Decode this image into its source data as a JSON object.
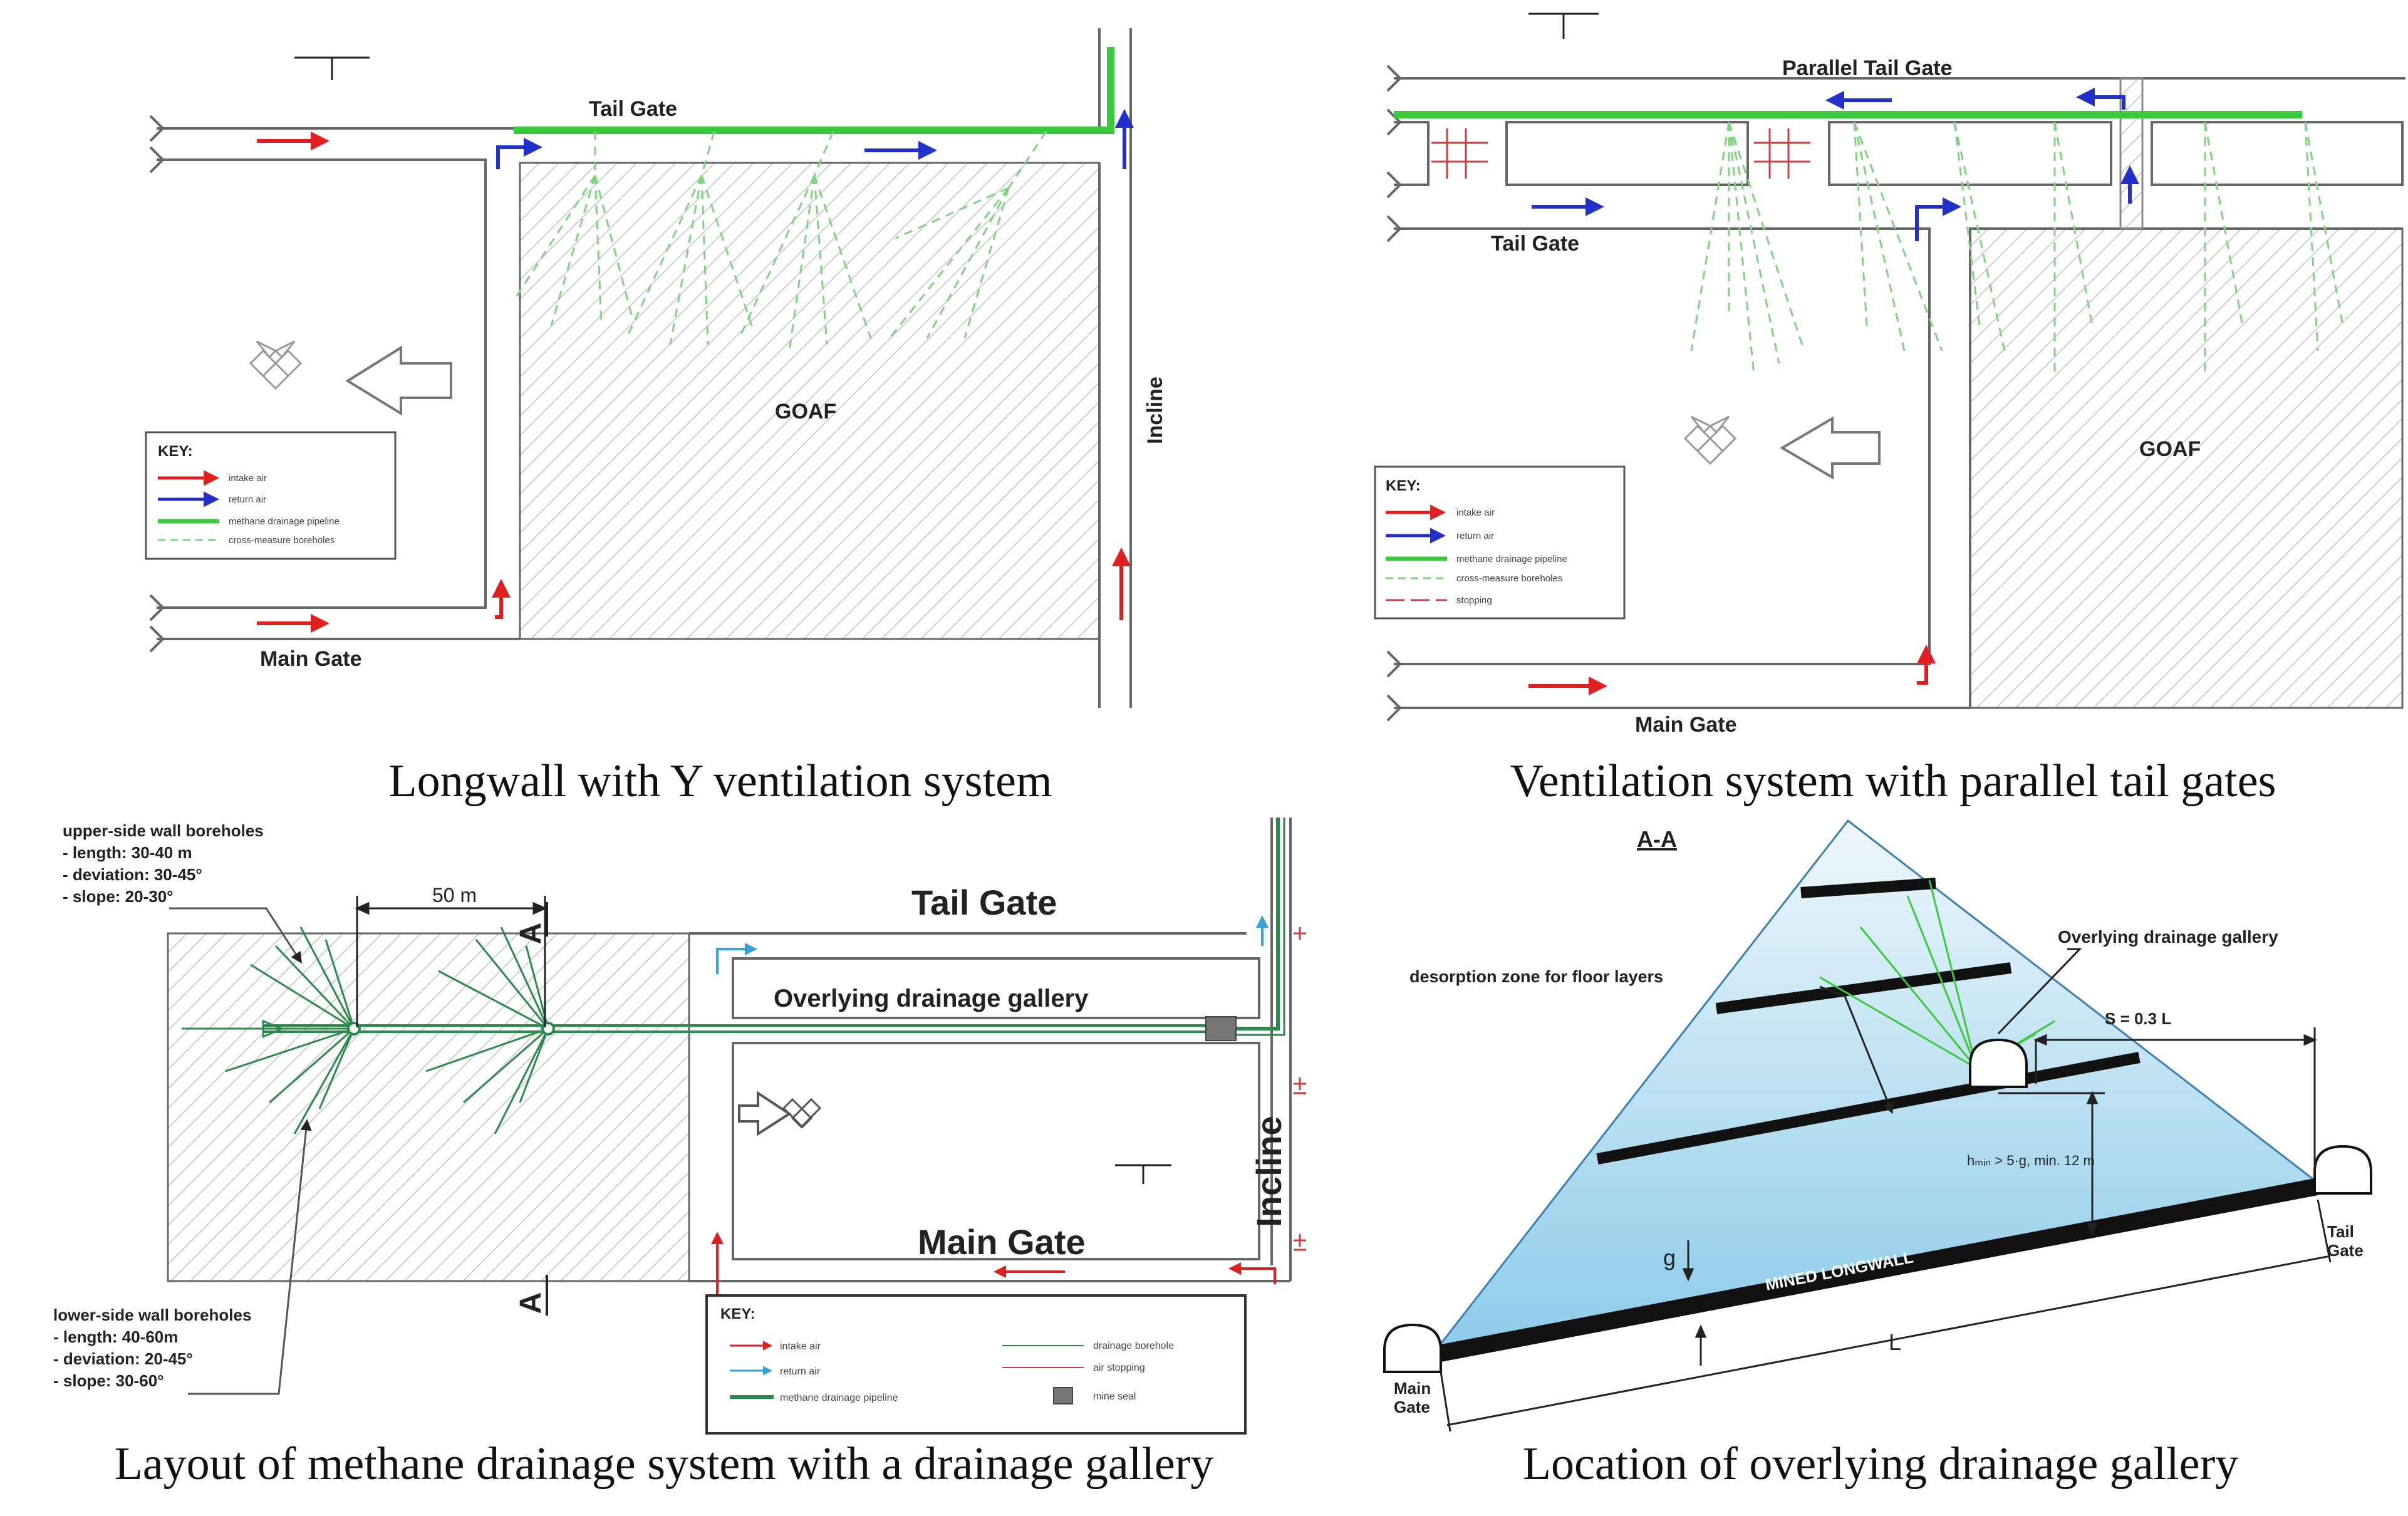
{
  "panel_tl": {
    "caption": "Longwall with Y ventilation system",
    "tail_gate": "Tail Gate",
    "main_gate": "Main Gate",
    "goaf": "GOAF",
    "incline": "Incline",
    "key": {
      "title": "KEY:",
      "items": [
        "intake air",
        "return air",
        "methane drainage pipeline",
        "cross-measure boreholes"
      ]
    }
  },
  "panel_tr": {
    "caption": "Ventilation system with parallel tail gates",
    "parallel_tail_gate": "Parallel Tail Gate",
    "tail_gate": "Tail Gate",
    "main_gate": "Main Gate",
    "goaf": "GOAF",
    "key": {
      "title": "KEY:",
      "items": [
        "intake air",
        "return air",
        "methane drainage pipeline",
        "cross-measure boreholes",
        "stopping"
      ]
    }
  },
  "panel_bl": {
    "caption": "Layout of methane drainage system with a drainage gallery",
    "upper_title": "upper-side wall boreholes",
    "upper_lines": [
      "- length: 30-40 m",
      "- deviation: 30-45°",
      "- slope: 20-30°"
    ],
    "lower_title": "lower-side wall boreholes",
    "lower_lines": [
      "- length: 40-60m",
      "- deviation: 20-45°",
      "- slope: 30-60°"
    ],
    "dimension": "50 m",
    "section_mark": "A",
    "tail_gate": "Tail Gate",
    "gallery": "Overlying drainage gallery",
    "main_gate": "Main Gate",
    "incline": "Incline",
    "key": {
      "title": "KEY:",
      "left_items": [
        "intake air",
        "return air",
        "methane drainage pipeline"
      ],
      "right_items": [
        "drainage borehole",
        "air stopping",
        "mine seal"
      ]
    }
  },
  "panel_br": {
    "caption": "Location of overlying drainage gallery",
    "section": "A-A",
    "desorption": "desorption zone for floor layers",
    "gallery": "Overlying drainage gallery",
    "spacing": "S = 0.3 L",
    "height_note": "hₘᵢₙ > 5·g,  min. 12 m",
    "g": "g",
    "mined": "MINED LONGWALL",
    "l": "L",
    "main_gate_1": "Main",
    "main_gate_2": "Gate",
    "tail_gate_1": "Tail",
    "tail_gate_2": "Gate"
  },
  "colors": {
    "intake": "#e02020",
    "return": "#2030c8",
    "pipeline": "#3cc83c",
    "borehole": "#7fd47f",
    "gallery_blue": "#9fd0e8",
    "stopping": "#c84040",
    "drain_green": "#2a8a4a"
  }
}
